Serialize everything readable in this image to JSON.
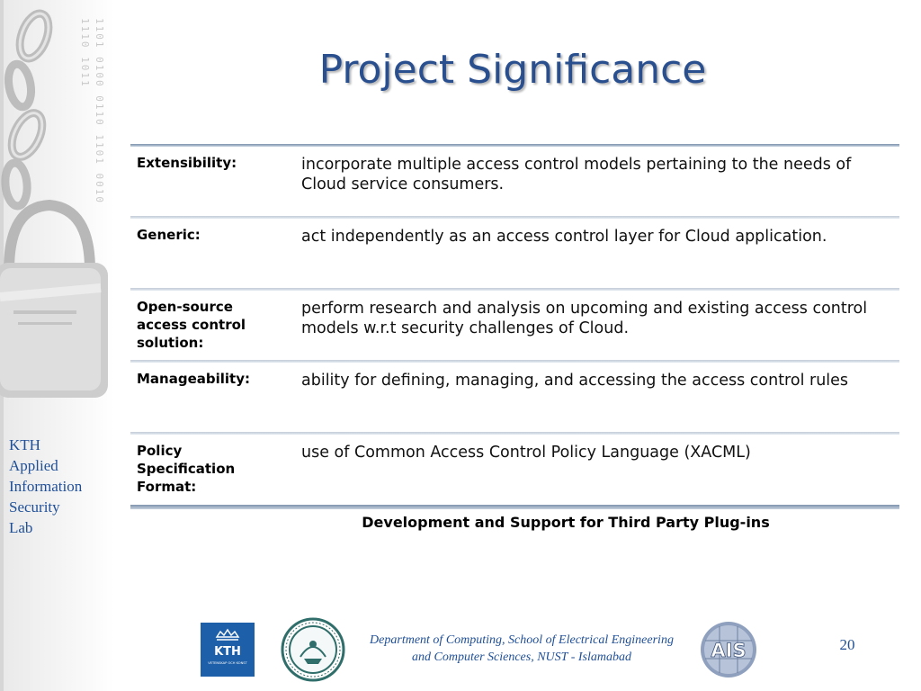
{
  "slide": {
    "title": "Project Significance",
    "sidebar_label": [
      "KTH",
      "Applied",
      "Information",
      "Security",
      "Lab"
    ],
    "sidebar_binary": "1101 0100 0110 1101 0010 1110 1011"
  },
  "table": {
    "rows": [
      {
        "label": "Extensibility:",
        "text": "incorporate multiple access control models pertaining to the needs of Cloud service consumers."
      },
      {
        "label": "Generic:",
        "text": "act independently as an access control layer for Cloud application."
      },
      {
        "label": "Open-source access control solution:",
        "text": "perform research and analysis on upcoming and existing access control models w.r.t security challenges of Cloud."
      },
      {
        "label": "Manageability:",
        "text": "ability for defining, managing, and accessing the access control rules"
      },
      {
        "label": "Policy Specification Format:",
        "text": "use of Common Access Control Policy Language (XACML)"
      }
    ],
    "footer_note": "Development and Support for Third Party Plug-ins"
  },
  "footer": {
    "department": "Department of Computing, School of Electrical Engineering and Computer Sciences, NUST - Islamabad",
    "page_number": "20",
    "kth_logo_text": "KTH",
    "kth_logo_subtext": "VETENSKAP OCH KONST",
    "ais_logo_text": "AIS"
  },
  "colors": {
    "accent": "#2a4f8f",
    "footer_text": "#1f4f97",
    "kth_blue": "#1d5fa8"
  },
  "icons": [
    "chain-padlock-graphic",
    "kth-logo",
    "nust-logo",
    "ais-logo"
  ]
}
